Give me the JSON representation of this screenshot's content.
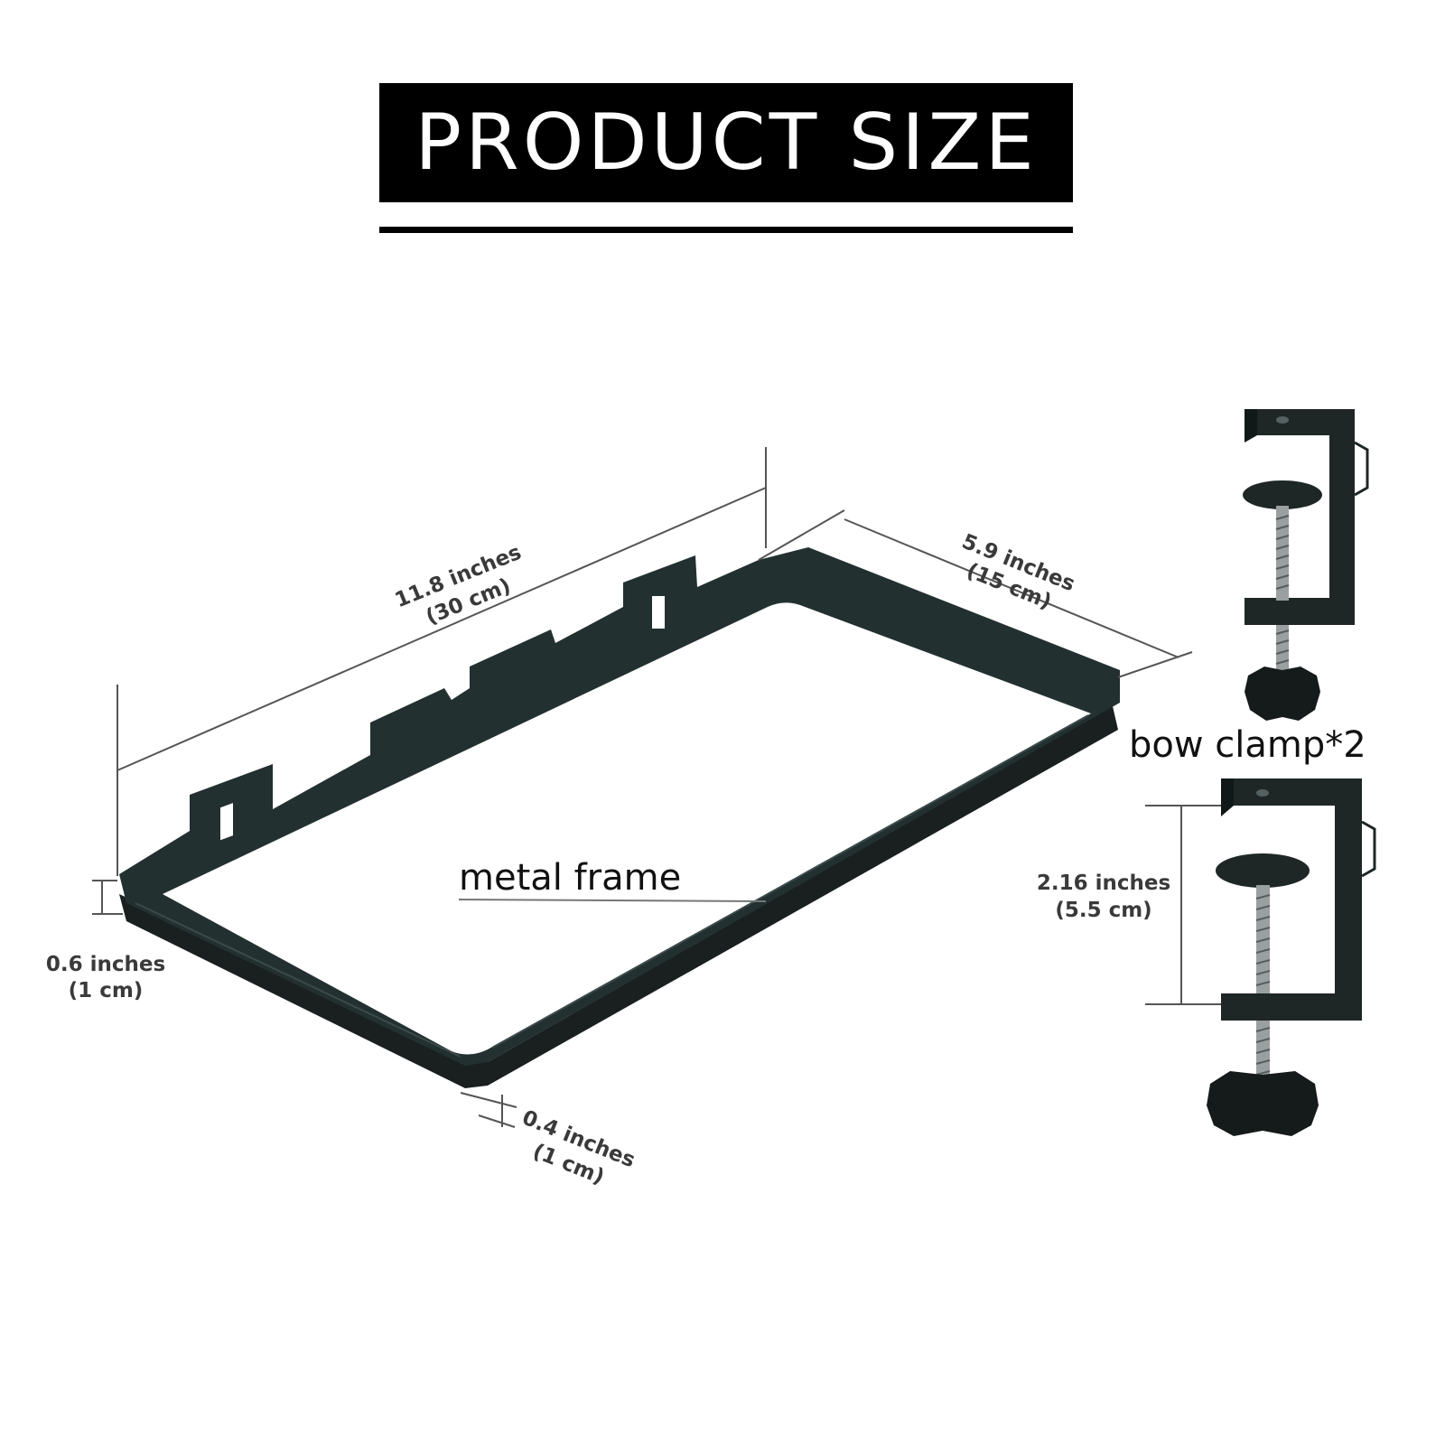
{
  "title": "PRODUCT SIZE",
  "frame": {
    "label": "metal frame",
    "length": {
      "inches": "11.8 inches",
      "cm": "(30 cm)"
    },
    "width": {
      "inches": "5.9 inches",
      "cm": "(15 cm)"
    },
    "height": {
      "inches": "0.6 inches",
      "cm": "(1 cm)"
    },
    "lip": {
      "inches": "0.4 inches",
      "cm": "(1 cm)"
    }
  },
  "clamp": {
    "label": "bow clamp*2",
    "opening": {
      "inches": "2.16 inches",
      "cm": "(5.5 cm)"
    }
  },
  "colors": {
    "frame": "#1f2626",
    "dimension_line": "#555555",
    "banner_bg": "#000000",
    "banner_text": "#ffffff"
  }
}
